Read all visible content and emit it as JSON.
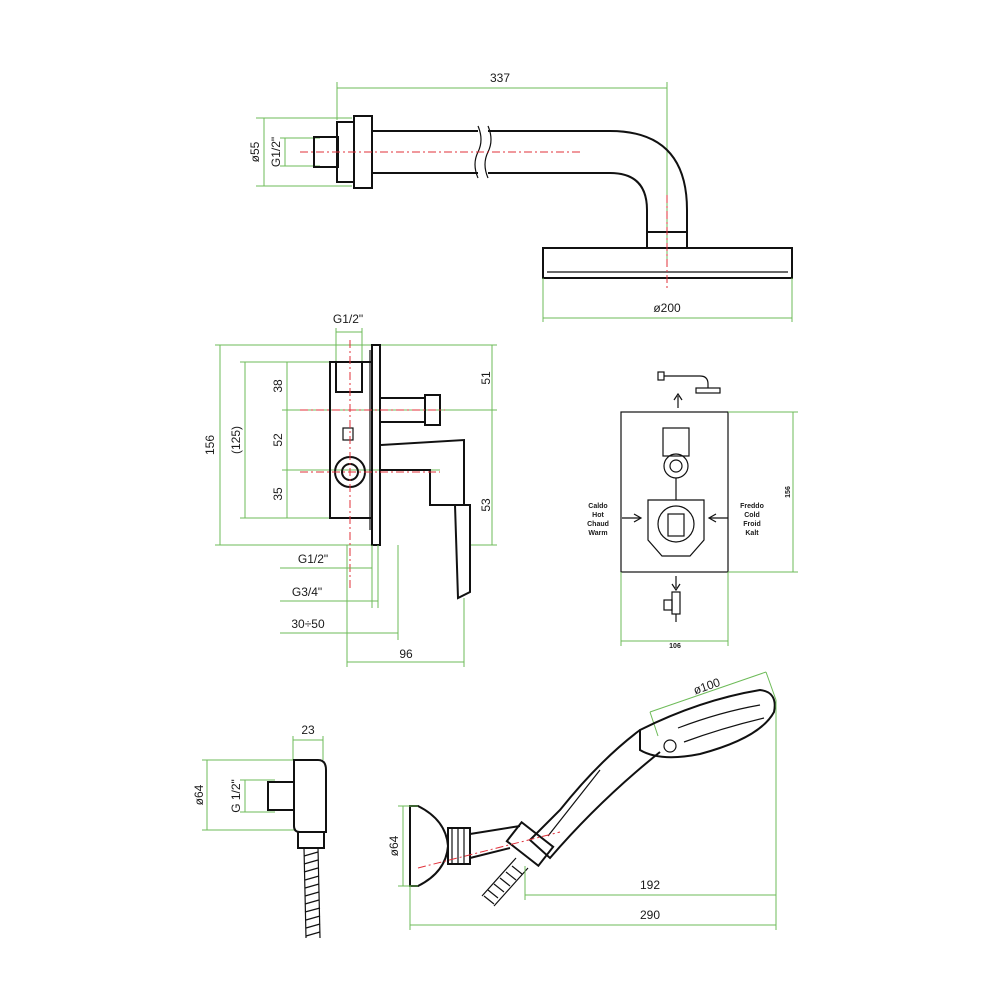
{
  "colors": {
    "outline": "#111111",
    "dimension_lines": "#6dbb58",
    "center_lines": "#e0303a",
    "background": "#ffffff"
  },
  "shower_arm": {
    "length_label": "337",
    "flange_diameter_label": "ø55",
    "thread_label": "G1/2\"",
    "head_diameter_label": "ø200"
  },
  "mixer_valve": {
    "top_thread_label": "G1/2\"",
    "total_height_label": "156",
    "inner_height_label": "(125)",
    "top_section_label": "38",
    "middle_section_label": "52",
    "bottom_section_label": "35",
    "upper_right_label": "51",
    "lower_right_label": "53",
    "bottom_thread_label_1": "G1/2\"",
    "bottom_thread_label_2": "G3/4\"",
    "depth_range_label": "30÷50",
    "depth_label": "96"
  },
  "front_view": {
    "height_label": "156",
    "width_label": "106",
    "hot_labels": [
      "Caldo",
      "Hot",
      "Chaud",
      "Warm"
    ],
    "cold_labels": [
      "Freddo",
      "Cold",
      "Froid",
      "Kalt"
    ]
  },
  "wall_outlet": {
    "depth_label": "23",
    "diameter_label": "ø64",
    "thread_label": "G 1/2\""
  },
  "hand_shower": {
    "head_diameter_label": "ø100",
    "holder_diameter_label": "ø64",
    "reach_label": "192",
    "total_length_label": "290"
  }
}
